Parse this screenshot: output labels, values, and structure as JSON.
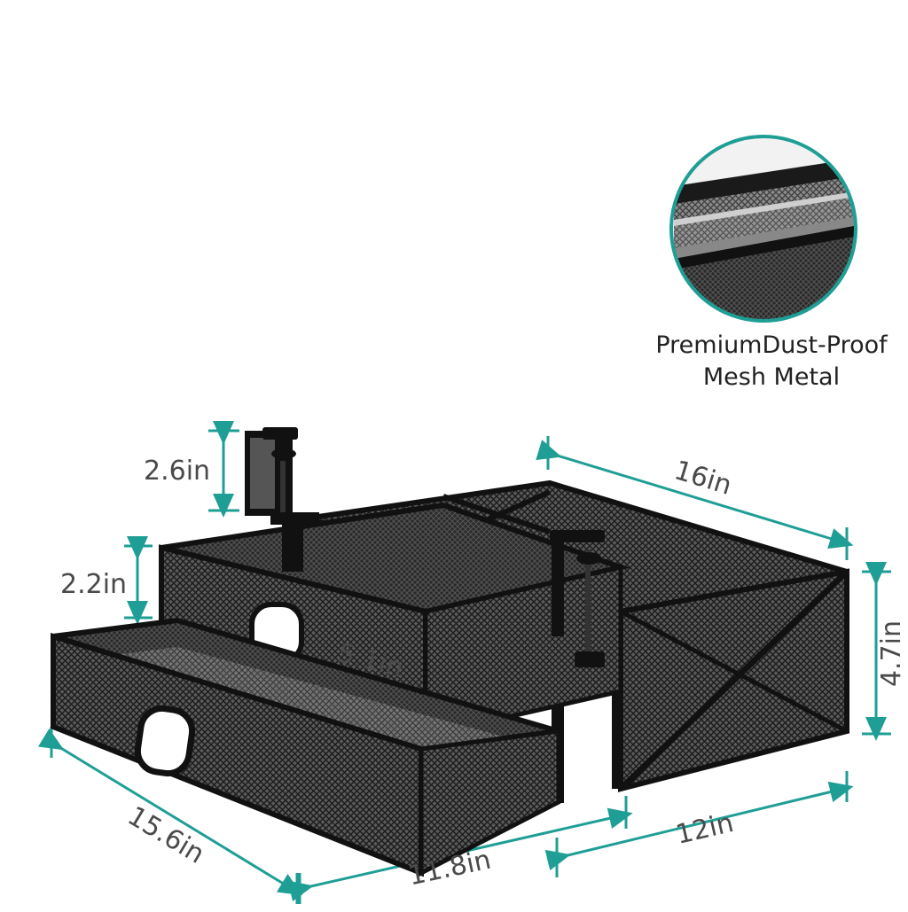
{
  "callout": {
    "line1": "PremiumDust-Proof",
    "line2": "Mesh Metal"
  },
  "dimensions": {
    "clamp_height": "2.6in",
    "upper_drawer_height": "2.2in",
    "inner_depth": "5.1in",
    "width_top": "16in",
    "height_right": "4.7in",
    "depth_left": "15.6in",
    "width_bottom_left": "11.8in",
    "width_bottom_right": "12in"
  },
  "colors": {
    "accent": "#1f9e95",
    "frame": "#111111",
    "mesh": "#3a3a3a",
    "label_text": "#4a4a4a"
  },
  "icons": {
    "mesh_detail": "mesh-magnifier-icon",
    "product": "under-desk-drawer-organizer"
  }
}
